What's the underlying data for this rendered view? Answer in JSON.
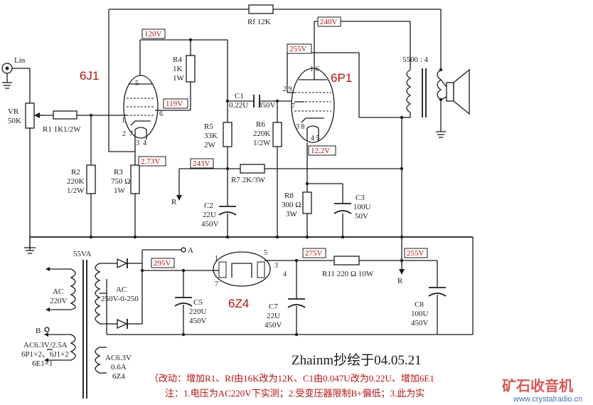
{
  "tubes": {
    "v1": "6J1",
    "v2": "6P1",
    "v3": "6Z4"
  },
  "input": {
    "label": "Lin",
    "pot": "VR",
    "pot_value": "50K"
  },
  "components": {
    "R1": "R1  1K1/2W",
    "R2_name": "R2",
    "R2_v1": "220K",
    "R2_v2": "1/2W",
    "R3_name": "R3",
    "R3_v1": "750 Ω",
    "R3_v2": "1W",
    "R4_name": "R4",
    "R4_v1": "1K",
    "R4_v2": "1W",
    "R5_name": "R5",
    "R5_v1": "33K",
    "R5_v2": "2W",
    "R6_name": "R6",
    "R6_v1": "220K",
    "R6_v2": "1/2W",
    "R7": "R7    2K/3W",
    "R8_name": "R8",
    "R8_v1": "300 Ω",
    "R8_v2": "3W",
    "R11": "R11  220 Ω 10W",
    "Rf": "Rf   12K",
    "C1_name": "C1",
    "C1_v1": "0.22U",
    "C1_v2": "350V",
    "C2_name": "C2",
    "C2_v1": "22U",
    "C2_v2": "450V",
    "C3_name": "C3",
    "C3_v1": "100U",
    "C3_v2": "50V",
    "C5_name": "C5",
    "C5_v1": "220U",
    "C5_v2": "450V",
    "C7_name": "C7",
    "C7_v1": "22U",
    "C7_v2": "450V",
    "C8_name": "C8",
    "C8_v1": "100U",
    "C8_v2": "450V",
    "OT": "5500 : 4",
    "PT": "55VA"
  },
  "voltages": {
    "v120": "120V",
    "v119": "119V",
    "v273": "2.73V",
    "v243": "243V",
    "v240": "240V",
    "v255a": "255V",
    "v122": "12.2V",
    "v295": "295V",
    "v275": "275V",
    "v255b": "255V"
  },
  "pins": {
    "p5": "5",
    "p6": "6",
    "p1": "1",
    "p2": "2",
    "p7": "7",
    "p3": "3",
    "p4": "4",
    "q16": "1 6",
    "q29": "2 9",
    "q7": "7",
    "q38": "3 8",
    "q45": "4 5",
    "z1": "1",
    "z7": "7",
    "z5": "5",
    "z3": "3",
    "z4": "4"
  },
  "nodes": {
    "R": "R",
    "A": "A",
    "B": "B"
  },
  "power": {
    "ac_in_1": "AC",
    "ac_in_2": "220V",
    "ac_hv_1": "AC",
    "ac_hv_2": "250V-0-250",
    "fil1_1": "AC6.3V/2.5A",
    "fil1_2": "6P1×2、6J1×2",
    "fil1_3": "6E1×1",
    "fil2_1": "AC6.3V",
    "fil2_2": "0.6A",
    "fil2_3": "6Z4"
  },
  "notes": {
    "signature": "Zhainm抄绘于04.05.21",
    "change": "（改动：增加R1、Rf由16K改为12K、C1由0.047U改为0.22U、增加6E1",
    "remark": "注：1.电压为AC220V下实测；2.受变压器限制B+偏低；3.此为实"
  },
  "watermark": {
    "name": "矿石收音机",
    "url": "www.crystalradio.cn"
  }
}
